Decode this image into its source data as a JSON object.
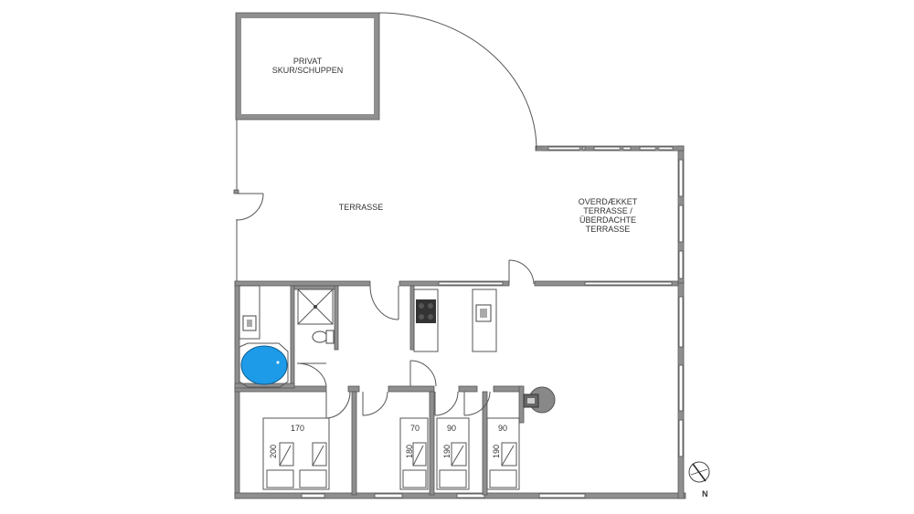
{
  "rooms": {
    "shed": "PRIVAT\nSKUR/SCHUPPEN",
    "terrace": "TERRASSE",
    "covered_terrace": "OVERDÆKKET\nTERRASSE /\nÜBERDACHTE\nTERRASSE"
  },
  "beds": [
    {
      "width": "170",
      "length": "200"
    },
    {
      "width": "70",
      "length": "180"
    },
    {
      "width": "90",
      "length": "190"
    },
    {
      "width": "90",
      "length": "190"
    }
  ],
  "compass": {
    "north_label": "N"
  },
  "colors": {
    "wall": "#8f8f8f",
    "bathtub": "#1e9be8",
    "stove": "#333333",
    "stove_base": "#888888"
  }
}
